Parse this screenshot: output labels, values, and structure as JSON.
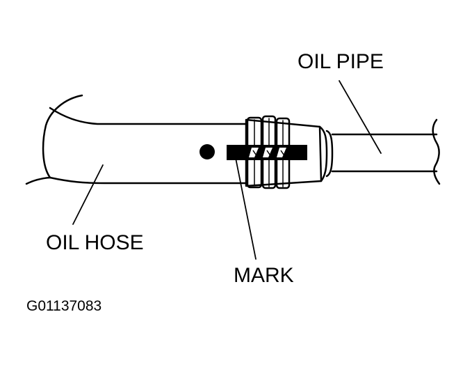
{
  "labels": {
    "oil_pipe": "OIL PIPE",
    "oil_hose": "OIL HOSE",
    "mark": "MARK"
  },
  "figure_id": "G01137083",
  "colors": {
    "ink": "#000000",
    "paper": "#ffffff"
  }
}
